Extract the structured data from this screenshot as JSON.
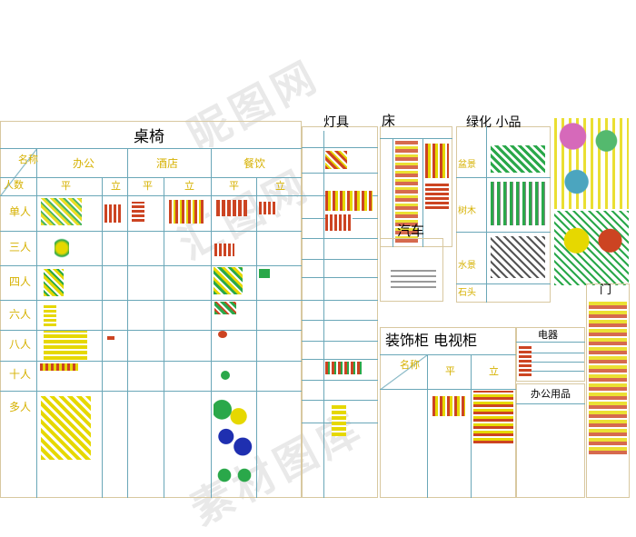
{
  "watermark": [
    "昵图网",
    "汇图网",
    "素材图库"
  ],
  "desk_chair": {
    "title": "桌椅",
    "corner_top": "名称",
    "corner_bottom": "人数",
    "categories": [
      "办公",
      "酒店",
      "餐饮"
    ],
    "sub_headers": [
      "平",
      "立",
      "平",
      "立",
      "平",
      "立"
    ],
    "rows": [
      "单人",
      "三人",
      "四人",
      "六人",
      "八人",
      "十人",
      "多人"
    ]
  },
  "lamps": {
    "title": "灯具"
  },
  "bed": {
    "title": "床"
  },
  "car": {
    "title": "汽车"
  },
  "greenery": {
    "title": "绿化  小品",
    "rows": [
      "盆景",
      "树木",
      "水景",
      "石头"
    ]
  },
  "cabinet": {
    "title": "装饰柜  电视柜",
    "corner": "名称",
    "sub_headers": [
      "平",
      "立"
    ]
  },
  "appliance": {
    "title": "电器"
  },
  "office_supplies": {
    "title": "办公用品"
  },
  "door": {
    "title": "门"
  }
}
